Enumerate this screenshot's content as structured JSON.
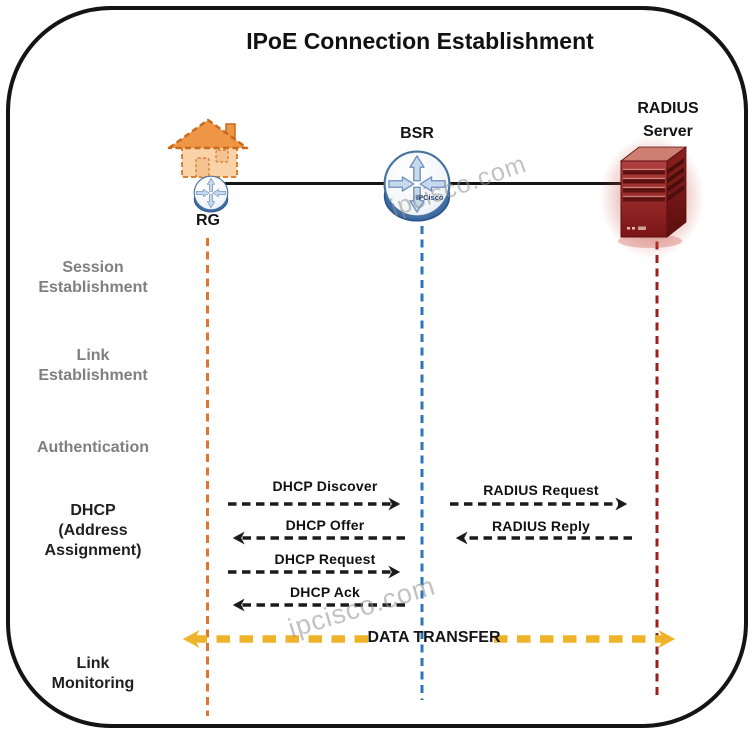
{
  "title": "IPoE Connection Establishment",
  "watermark": "ipcisco.com",
  "entities": {
    "rg": {
      "label": "RG"
    },
    "bsr": {
      "label": "BSR",
      "badge": "IPCisco"
    },
    "radius": {
      "label_line1": "RADIUS",
      "label_line2": "Server"
    }
  },
  "phases": [
    {
      "id": "session-establishment",
      "lines": [
        "Session",
        "Establishment"
      ],
      "style": "muted"
    },
    {
      "id": "link-establishment",
      "lines": [
        "Link",
        "Establishment"
      ],
      "style": "muted"
    },
    {
      "id": "authentication",
      "lines": [
        "Authentication"
      ],
      "style": "muted"
    },
    {
      "id": "dhcp-address-assignment",
      "lines": [
        "DHCP",
        "(Address",
        "Assignment)"
      ],
      "style": "strong"
    },
    {
      "id": "link-monitoring",
      "lines": [
        "Link",
        "Monitoring"
      ],
      "style": "strong"
    }
  ],
  "messages": [
    {
      "label": "DHCP Discover",
      "from": "RG",
      "to": "BSR"
    },
    {
      "label": "DHCP Offer",
      "from": "BSR",
      "to": "RG"
    },
    {
      "label": "DHCP Request",
      "from": "RG",
      "to": "BSR"
    },
    {
      "label": "DHCP Ack",
      "from": "BSR",
      "to": "RG"
    },
    {
      "label": "RADIUS Request",
      "from": "BSR",
      "to": "RADIUS Server"
    },
    {
      "label": "RADIUS Reply",
      "from": "RADIUS Server",
      "to": "BSR"
    }
  ],
  "data_transfer": {
    "label": "DATA TRANSFER",
    "between": [
      "RG",
      "RADIUS Server"
    ]
  },
  "colors": {
    "rg-line": "#E0752D",
    "bsr-line": "#2E75B6",
    "radius-line": "#9C1F1F",
    "transfer": "#EFB32A",
    "message": "#1B1B1B",
    "phase-muted": "#7F7F7F",
    "phase-strong": "#1F1F1F"
  }
}
